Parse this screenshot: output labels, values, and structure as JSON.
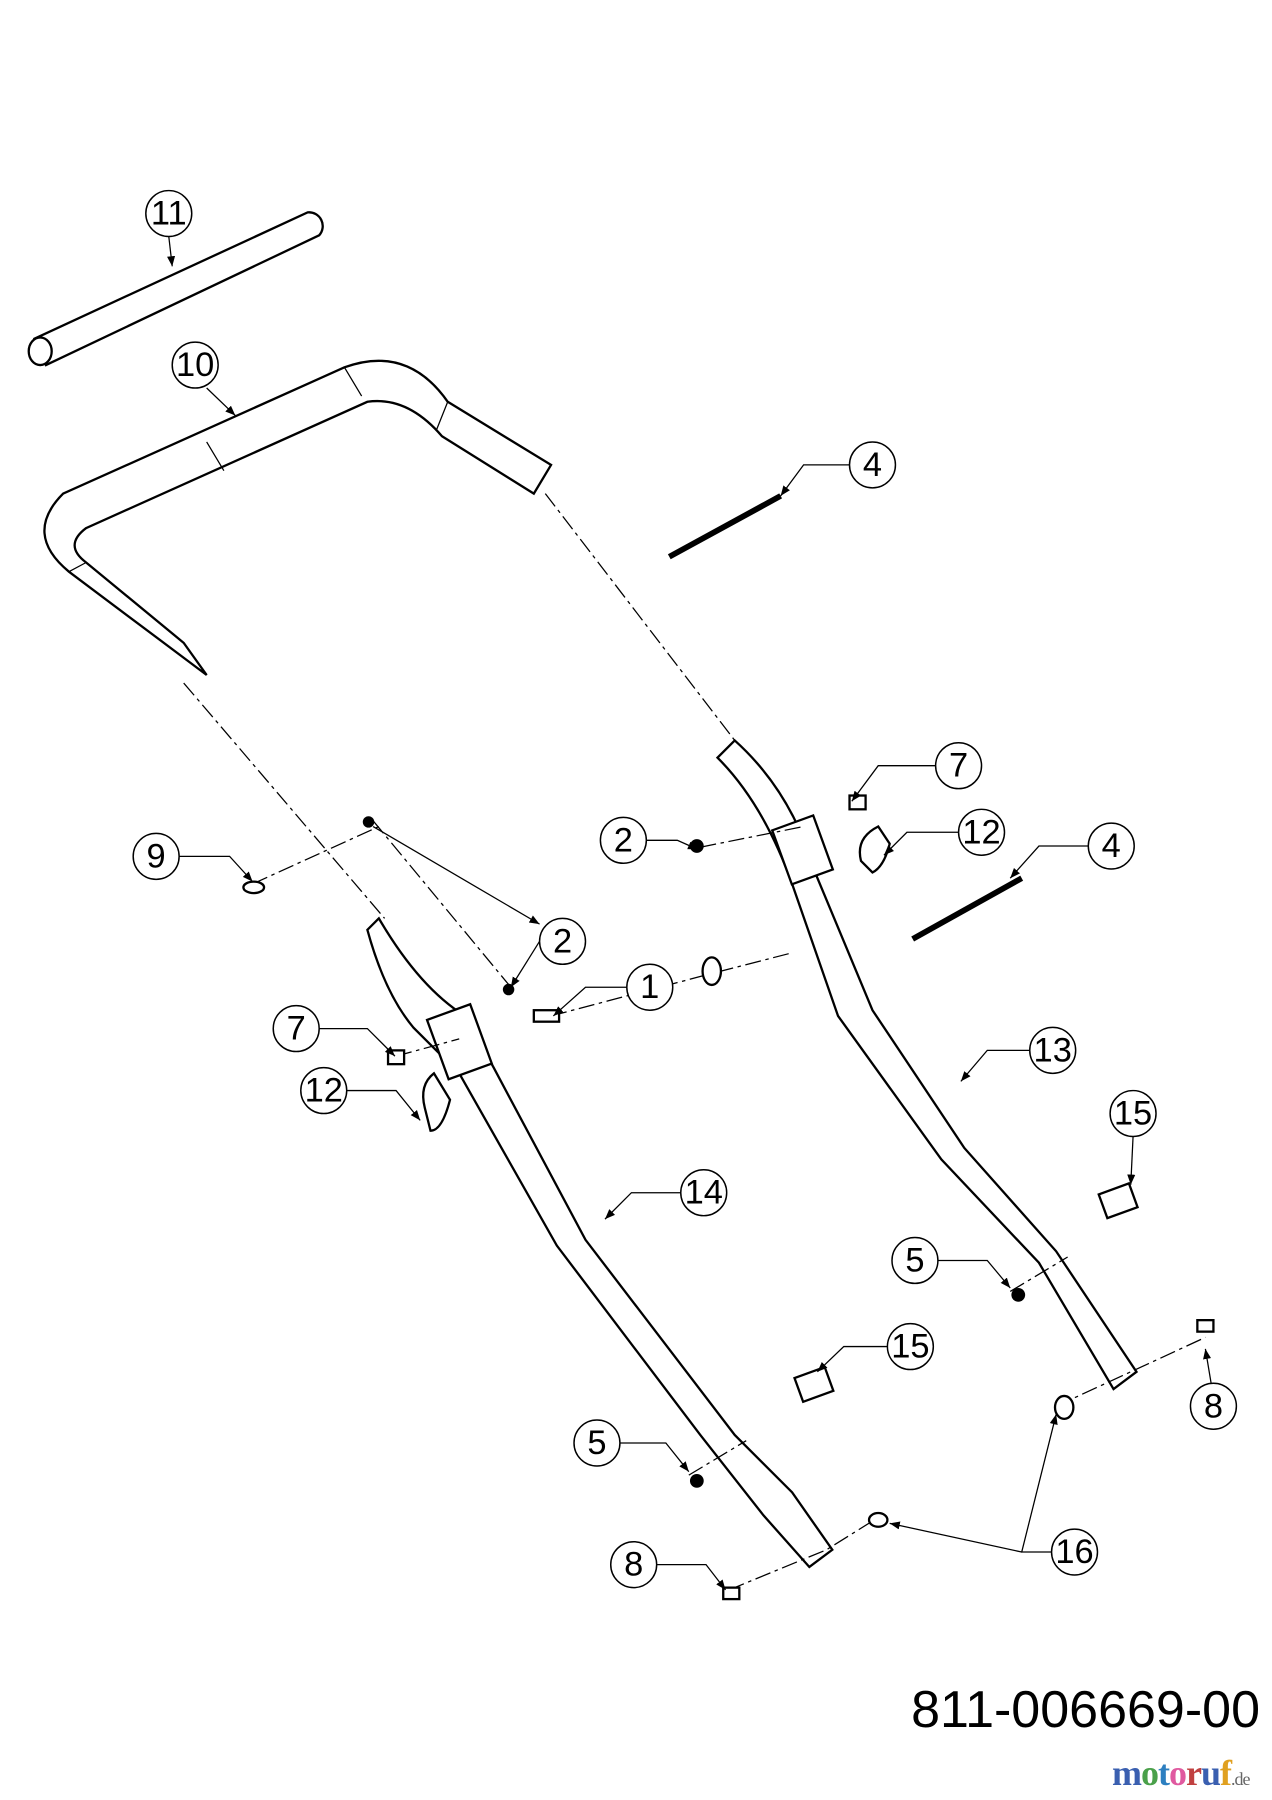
{
  "diagram": {
    "part_number": "811-006669-00",
    "watermark": "motoruf.de",
    "callouts": {
      "c11": "11",
      "c10": "10",
      "c4a": "4",
      "c7a": "7",
      "c2a": "2",
      "c12a": "12",
      "c4b": "4",
      "c9": "9",
      "c2b": "2",
      "c1": "1",
      "c7b": "7",
      "c13": "13",
      "c12b": "12",
      "c15a": "15",
      "c14": "14",
      "c5a": "5",
      "c15b": "15",
      "c8a": "8",
      "c5b": "5",
      "c16": "16",
      "c8b": "8"
    }
  }
}
